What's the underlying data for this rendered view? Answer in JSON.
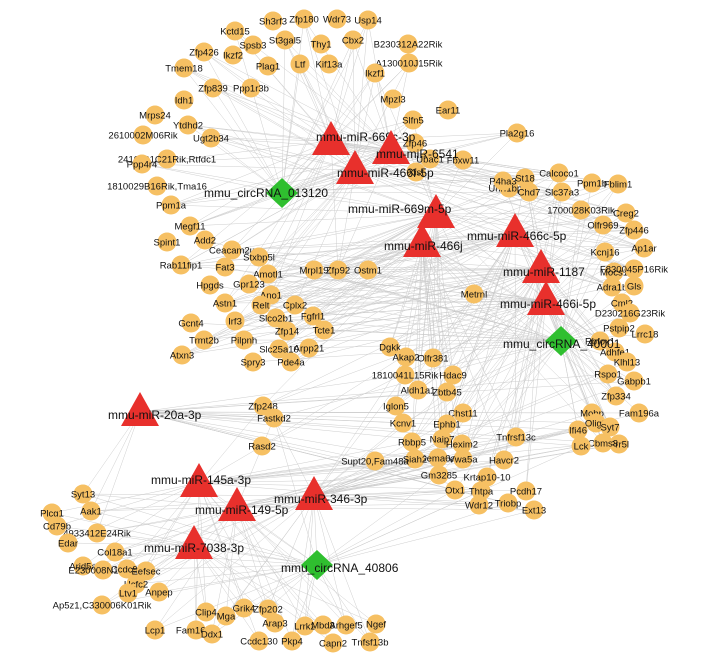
{
  "colors": {
    "gene": "#f6c063",
    "mirna": "#e8302c",
    "circrna": "#2fbf2f",
    "edge": "#c8c8c8"
  },
  "hubs": [
    {
      "id": "m669c",
      "label": "mmu-miR-669c-3p",
      "kind": "mirna"
    },
    {
      "id": "m6541",
      "label": "mmu-miR-6541",
      "kind": "mirna"
    },
    {
      "id": "m466f",
      "label": "mmu-miR-466f-5p",
      "kind": "mirna"
    },
    {
      "id": "c013120",
      "label": "mmu_circRNA_013120",
      "kind": "circrna"
    },
    {
      "id": "m669m",
      "label": "mmu-miR-669m-5p",
      "kind": "mirna"
    },
    {
      "id": "m466j",
      "label": "mmu-miR-466j",
      "kind": "mirna"
    },
    {
      "id": "m466c",
      "label": "mmu-miR-466c-5p",
      "kind": "mirna"
    },
    {
      "id": "m1187",
      "label": "mmu-miR-1187",
      "kind": "mirna"
    },
    {
      "id": "m466i",
      "label": "mmu-miR-466i-5p",
      "kind": "mirna"
    },
    {
      "id": "c40001",
      "label": "mmu_circRNA_40001",
      "kind": "circrna"
    },
    {
      "id": "m20a",
      "label": "mmu-miR-20a-3p",
      "kind": "mirna"
    },
    {
      "id": "m145a",
      "label": "mmu-miR-145a-3p",
      "kind": "mirna"
    },
    {
      "id": "m149",
      "label": "mmu-miR-149-5p",
      "kind": "mirna"
    },
    {
      "id": "m346",
      "label": "mmu-miR-346-3p",
      "kind": "mirna"
    },
    {
      "id": "m7038",
      "label": "mmu-miR-7038-3p",
      "kind": "mirna"
    },
    {
      "id": "c40806",
      "label": "mmu_circRNA_40806",
      "kind": "circrna"
    }
  ],
  "genes": [
    "Kctd15",
    "Sh3rf3",
    "Zfp180",
    "Wdr73",
    "Usp14",
    "Spsb3",
    "St3gal5",
    "Thy1",
    "Cbx2",
    "B230312A22Rik",
    "Zfp426",
    "Ikzf2",
    "Tmem18",
    "Plag1",
    "Ltf",
    "Kif13a",
    "A130010J15Rik",
    "Idh1",
    "Zfp839",
    "Ppp1r3b",
    "Ikzf1",
    "Mpzl3",
    "Ytdhd2",
    "Mrps24",
    "Slfn5",
    "Ear11",
    "Ugt2b34",
    "2610002M06Rik",
    "Zfp46",
    "Ubac1",
    "Fbxw11",
    "2410001C21Rik,Rtfdc1",
    "Ppp4r4",
    "Xist",
    "Pla2g16",
    "1810029B16Rik,Tma16",
    "Ppm1a",
    "Uhrf1bp1l",
    "Megf11",
    "Spint1",
    "St18",
    "P4ha3",
    "Calcoco1",
    "Chd7",
    "Slc37a3",
    "Ppm1b",
    "Fblim1",
    "1700028K03Rik",
    "Creg2",
    "Olfr969",
    "Zfp446",
    "Add2",
    "Ceacam2u",
    "Stxbp5l",
    "Ap1ar",
    "Kcnj16",
    "Rab11fip1",
    "Fat3",
    "Amotl1",
    "Mrpl19",
    "Zfp92",
    "Mocs1",
    "F830045P16Rik",
    "Hpgds",
    "Gpr123",
    "Ostm1",
    "Adra1b",
    "Gls",
    "Ano1",
    "Cml2",
    "Astn1",
    "Relt",
    "Cplx2",
    "D230216G23Rik",
    "Irf3",
    "Slco2b1",
    "Fgfrl1",
    "Pstpip2",
    "Metrnl",
    "Gcnt4",
    "Zfp14",
    "Tcte1",
    "Rbfox1",
    "Lrrc18",
    "Trmt2b",
    "Pilpnh",
    "Slc25a10",
    "Arpp21",
    "Adhfe1",
    "Spry3",
    "Pde4a",
    "Klhl13",
    "Dgkk",
    "Akap2",
    "Olfr381",
    "Rspo1",
    "Atxn3",
    "1810041L15Rik",
    "Hdac9",
    "Gabpb1",
    "Aldh1a1",
    "Zbtb45",
    "Iglon5",
    "Chst11",
    "Zfp334",
    "Kcnv1",
    "Ephb1",
    "Mobp",
    "Naip7",
    "Fam196a",
    "Rbbp5",
    "Hexim2",
    "Tnfrsf13c",
    "Olig2",
    "Syt7",
    "Ifi46",
    "Sema6a",
    "Siah2",
    "Vwa5a",
    "Prr5l",
    "Cbms3",
    "Lck",
    "Havcr2",
    "Gm3285",
    "Zfp248",
    "Fastkd2",
    "Krtap10-10",
    "Otx1",
    "Pcdh17",
    "Thtpa",
    "Rasd2",
    "Triobp",
    "Wdr12",
    "Ext13",
    "Supt20,Fam48a",
    "Syt13",
    "Plcg1",
    "Aak1",
    "Cd79b",
    "4933412E24Rik",
    "Edar",
    "Col18a1",
    "Arid5a",
    "E230008N13Rik",
    "Ccdc97",
    "Hcfc2",
    "Eefsec",
    "Anpep",
    "Ltv1",
    "Ap5z1,C330006K01Rik",
    "Clip4",
    "Mga",
    "Grik4",
    "Zfp202",
    "Arap3",
    "Lrrk2",
    "Mbd3",
    "Arhgef5",
    "Ngef",
    "Lcp1",
    "Fam161b",
    "Ddx1",
    "Ccdc130",
    "Pkp4",
    "Capn2",
    "Tnfsf13b"
  ]
}
